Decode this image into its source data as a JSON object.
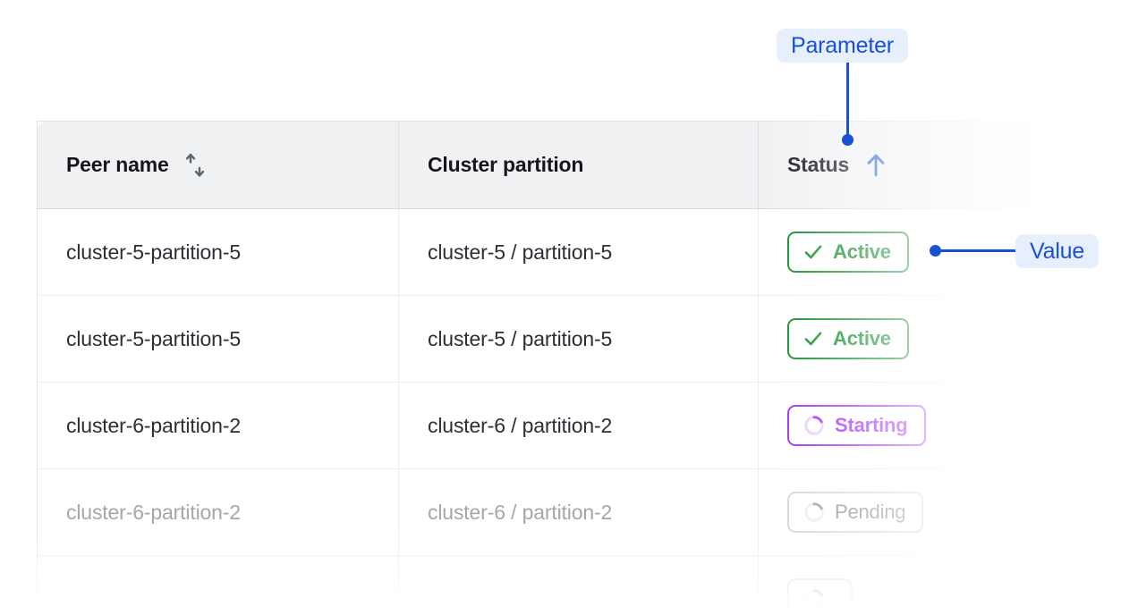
{
  "table": {
    "columns": [
      {
        "label": "Peer name",
        "sort_icon": "sort-both-icon",
        "sort_state": "none"
      },
      {
        "label": "Cluster partition",
        "sort_icon": "",
        "sort_state": "none"
      },
      {
        "label": "Status",
        "sort_icon": "sort-asc-icon",
        "sort_state": "ascending"
      }
    ],
    "rows": [
      {
        "peer_name": "cluster-5-partition-5",
        "cluster_partition": "cluster-5 / partition-5",
        "status": "Active",
        "status_kind": "active",
        "dimmed": false
      },
      {
        "peer_name": "cluster-5-partition-5",
        "cluster_partition": "cluster-5 / partition-5",
        "status": "Active",
        "status_kind": "active",
        "dimmed": false
      },
      {
        "peer_name": "cluster-6-partition-2",
        "cluster_partition": "cluster-6 / partition-2",
        "status": "Starting",
        "status_kind": "starting",
        "dimmed": false
      },
      {
        "peer_name": "cluster-6-partition-2",
        "cluster_partition": "cluster-6 / partition-2",
        "status": "Pending",
        "status_kind": "pending",
        "dimmed": true
      },
      {
        "peer_name": "",
        "cluster_partition": "",
        "status": "",
        "status_kind": "pending",
        "dimmed": true
      }
    ]
  },
  "annotations": {
    "parameter": {
      "label": "Parameter",
      "points_to": "status-column-header"
    },
    "value": {
      "label": "Value",
      "points_to": "status-badge-row-1"
    }
  },
  "colors": {
    "annotation_blue": "#1851d4",
    "annotation_pill_bg": "#e8effc",
    "status_active": "#0a8a27",
    "status_starting": "#a126f0",
    "status_pending": "#8c9097",
    "header_bg": "#f0f1f3",
    "sort_icon_gray": "#5d6370"
  }
}
